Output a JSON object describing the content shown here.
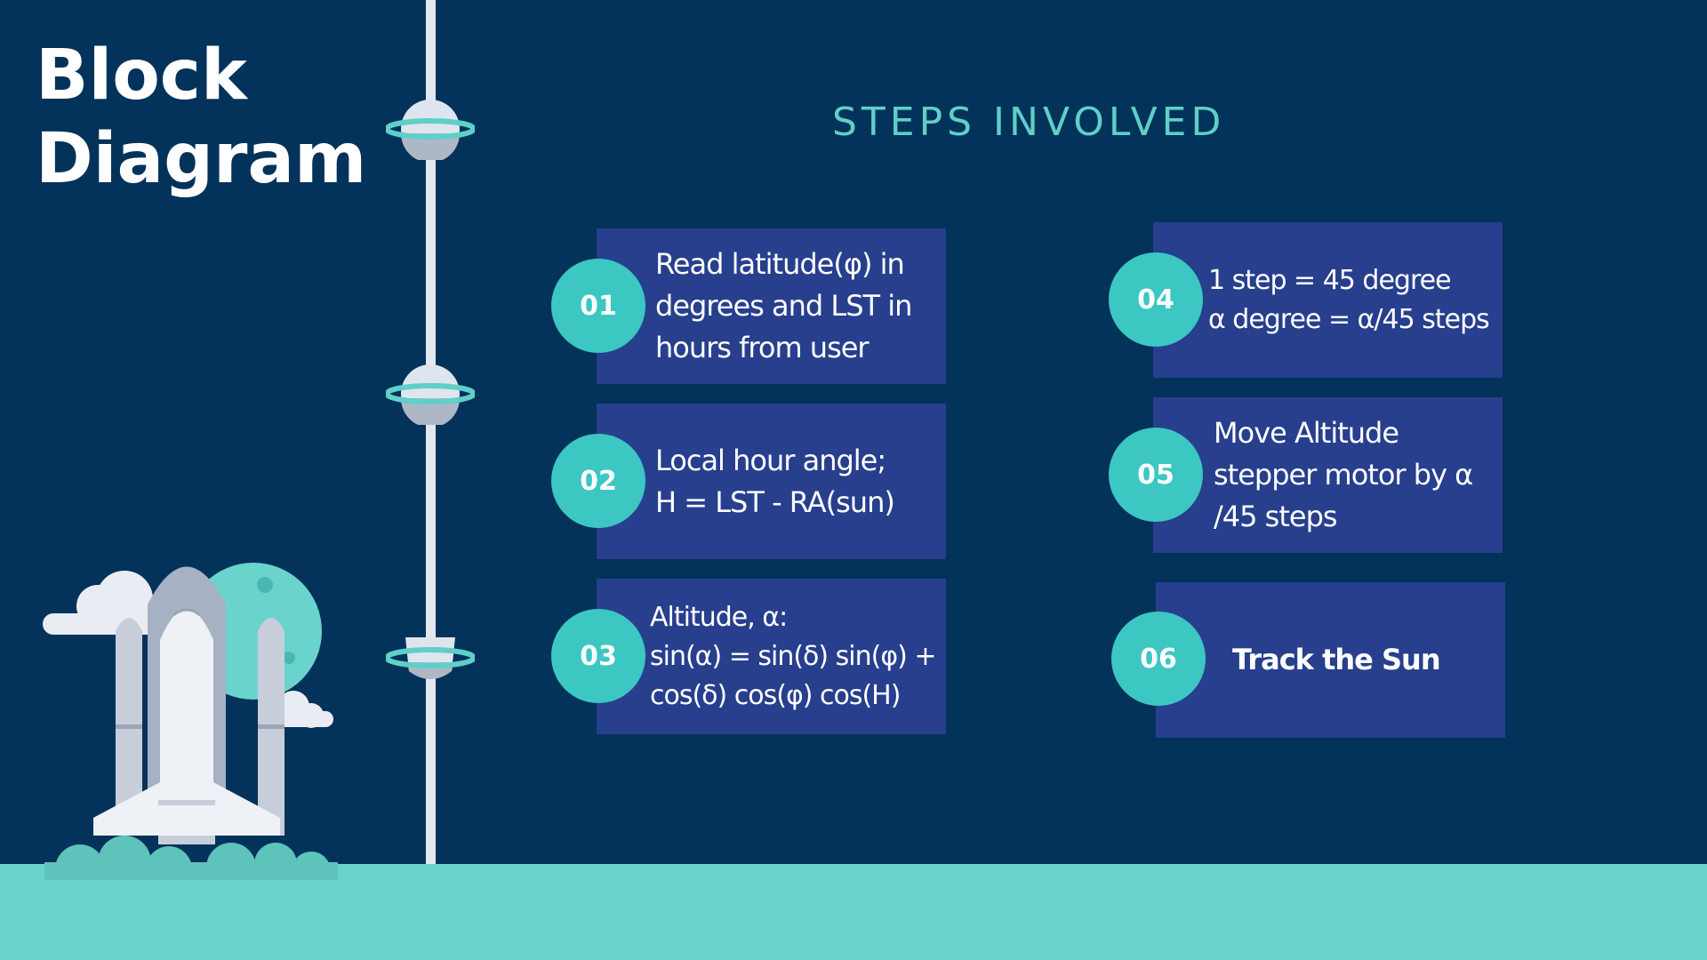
{
  "title": {
    "line1": "Block",
    "line2": "Diagram"
  },
  "heading": "STEPS INVOLVED",
  "colors": {
    "background": "#03325a",
    "box": "#273f8d",
    "accent": "#3cc7c2",
    "heading": "#5fcfc8",
    "ground": "#6ad4cc"
  },
  "decorations": [
    "planet-icon",
    "planet-icon",
    "planet-icon",
    "rocket-illustration",
    "moon-icon",
    "cloud-icon"
  ],
  "steps": [
    {
      "number": "01",
      "lines": [
        "Read latitude(φ) in",
        "degrees and LST in",
        "hours from user"
      ]
    },
    {
      "number": "02",
      "lines": [
        "Local hour angle;",
        "H = LST - RA(sun)"
      ]
    },
    {
      "number": "03",
      "lines": [
        "Altitude, α:",
        "sin(α) = sin(δ) sin(φ) +",
        "cos(δ) cos(φ) cos(H)"
      ]
    },
    {
      "number": "04",
      "lines": [
        "1 step = 45 degree",
        "α degree = α/45 steps"
      ]
    },
    {
      "number": "05",
      "lines": [
        "Move Altitude",
        "stepper motor by α",
        "/45 steps"
      ]
    },
    {
      "number": "06",
      "lines": [
        "Track the Sun"
      ]
    }
  ]
}
